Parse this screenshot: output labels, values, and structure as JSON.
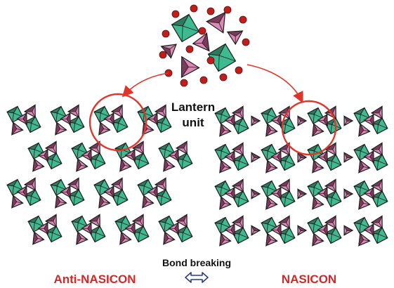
{
  "labels": {
    "lantern_line1": "Lantern",
    "lantern_line2": "unit",
    "bond_breaking": "Bond breaking",
    "anti_nasicon": "Anti-NASICON",
    "nasicon": "NASICON"
  },
  "colors": {
    "octahedron": "#3fb98f",
    "octahedron_dark": "#2b7a5e",
    "tetrahedron": "#d98ab4",
    "tetrahedron_dark": "#7a3a58",
    "outline": "#1b1b1b",
    "highlight": "#e0352b",
    "label_red": "#cc2a2a",
    "oxygen": "#c21d1d"
  },
  "icons": {
    "equilibrium": "double-headed-arrow-icon"
  }
}
